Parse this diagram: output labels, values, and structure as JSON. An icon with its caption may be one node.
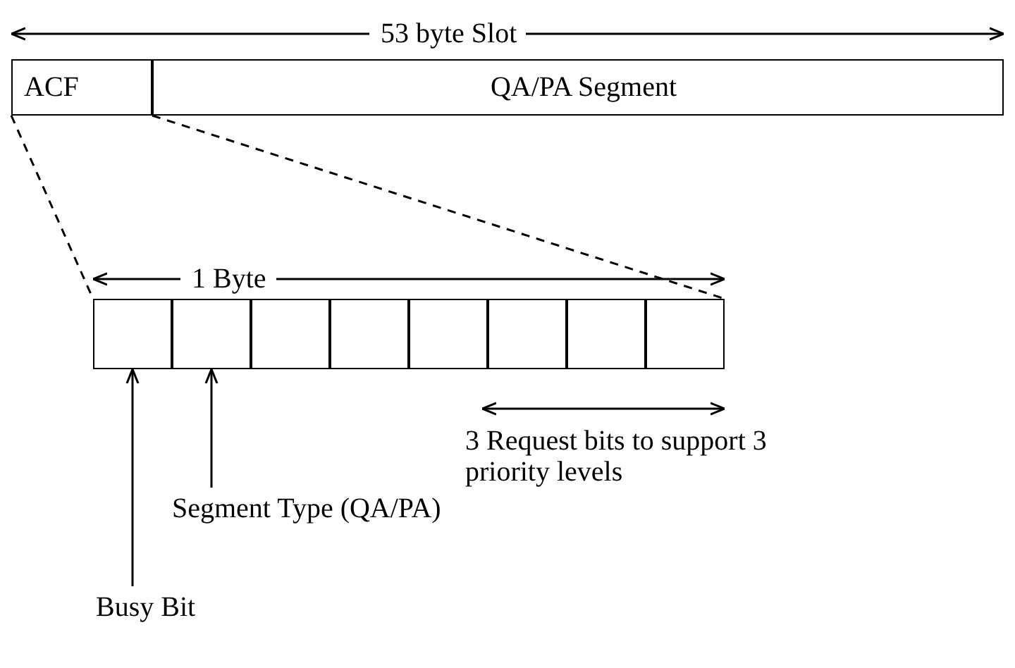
{
  "diagram": {
    "nodes": [
      {
        "text": [
          "ACF"
        ]
      },
      {
        "text": [
          "QA/PA Segment"
        ]
      },
      {
        "text": [],
        "shape": "box"
      },
      {
        "text": [],
        "shape": "box"
      },
      {
        "text": [],
        "shape": "box"
      },
      {
        "text": [],
        "shape": "box"
      },
      {
        "text": [],
        "shape": "box"
      },
      {
        "text": [],
        "shape": "box"
      },
      {
        "text": [],
        "shape": "box"
      },
      {
        "text": [],
        "shape": "box"
      },
      {
        "text": [
          "Busy Bit"
        ]
      },
      {
        "text": [
          "Segment Type (QA/PA)"
        ]
      }
    ],
    "edges": [
      {
        "from": 0,
        "to": 2,
        "arrow": "none",
        "style": "dashed"
      },
      {
        "from": 0,
        "to": 9,
        "arrow": "none",
        "style": "dashed"
      },
      {
        "from": 10,
        "to": 2,
        "arrow": "to"
      },
      {
        "from": 11,
        "to": 3,
        "arrow": "to"
      }
    ],
    "labels": [
      "53 byte Slot",
      "1 Byte",
      "3 Request bits to support 3 priority levels"
    ]
  }
}
